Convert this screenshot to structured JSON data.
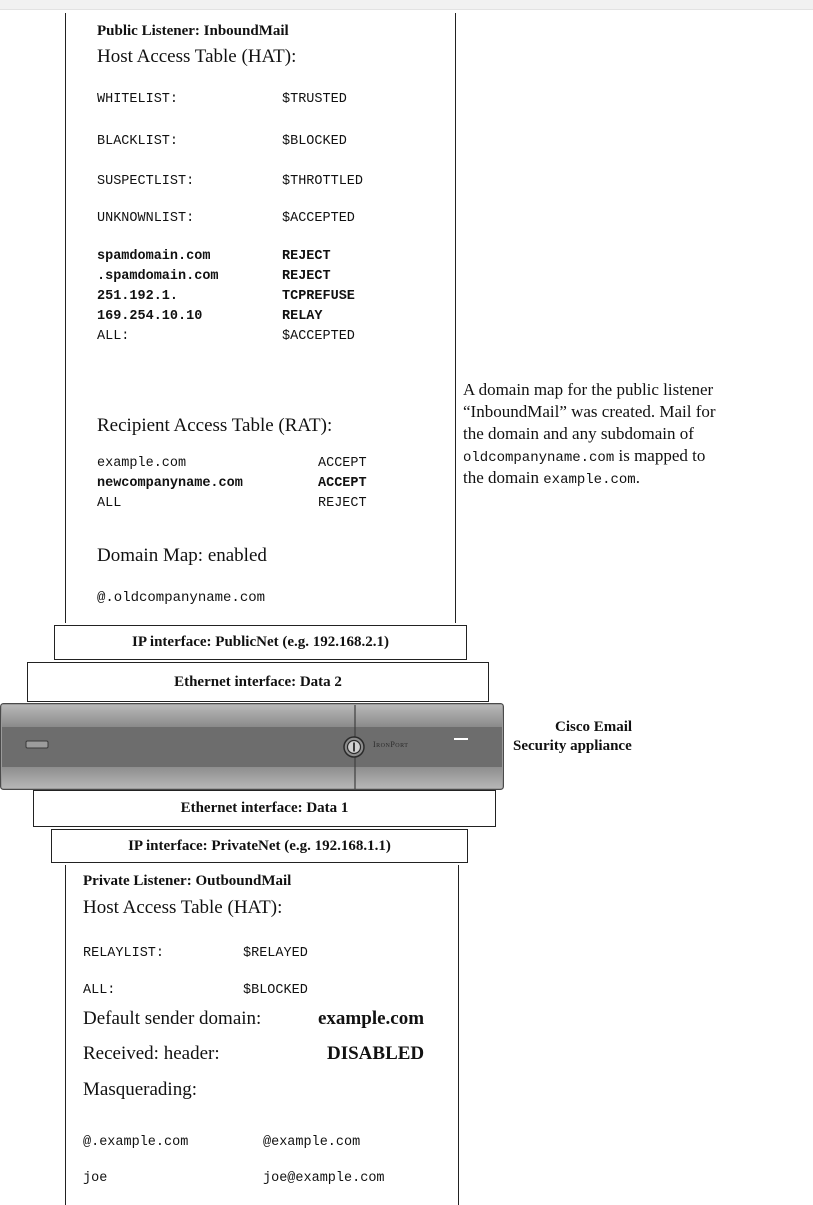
{
  "public_listener": {
    "title": "Public Listener: InboundMail",
    "hat_heading": "Host Access Table (HAT):",
    "hat_rows": [
      {
        "name": "WHITELIST:",
        "action": "$TRUSTED"
      },
      {
        "name": "BLACKLIST:",
        "action": "$BLOCKED"
      },
      {
        "name": "SUSPECTLIST:",
        "action": "$THROTTLED"
      },
      {
        "name": "UNKNOWNLIST:",
        "action": "$ACCEPTED"
      }
    ],
    "hat_entries": [
      {
        "name": "spamdomain.com",
        "action": "REJECT",
        "bold": true
      },
      {
        "name": ".spamdomain.com",
        "action": "REJECT",
        "bold": true
      },
      {
        "name": "251.192.1.",
        "action": "TCPREFUSE",
        "bold": true
      },
      {
        "name": "169.254.10.10",
        "action": "RELAY",
        "bold": true
      },
      {
        "name": "ALL:",
        "action": "$ACCEPTED",
        "bold": false
      }
    ],
    "rat_heading": "Recipient Access Table (RAT):",
    "rat_rows": [
      {
        "name": "example.com",
        "action": "ACCEPT",
        "bold": false
      },
      {
        "name": "newcompanyname.com",
        "action": "ACCEPT",
        "bold": true
      },
      {
        "name": "ALL",
        "action": "REJECT",
        "bold": false
      }
    ],
    "domain_map_heading": "Domain Map: enabled",
    "domain_map_value": "@.oldcompanyname.com"
  },
  "annotation": {
    "line1": "A domain map for the public listener",
    "line2": "“InboundMail” was created. Mail for",
    "line3": "the domain and any subdomain of",
    "line4_code": "oldcompanyname.com",
    "line4_text": " is mapped to",
    "line5_text": "the domain ",
    "line5_code": "example.com",
    "line5_end": "."
  },
  "interfaces": {
    "ip_public": "IP interface: PublicNet (e.g. 192.168.2.1)",
    "eth_data2": "Ethernet interface: Data 2",
    "eth_data1": "Ethernet interface: Data 1",
    "ip_private": "IP interface: PrivateNet (e.g. 192.168.1.1)"
  },
  "appliance": {
    "brand": "IronPort",
    "label_line1": "Cisco Email",
    "label_line2": "Security appliance",
    "colors": {
      "body": "#888888",
      "band": "#6f6f6f",
      "edge": "#555555"
    }
  },
  "private_listener": {
    "title": "Private Listener: OutboundMail",
    "hat_heading": "Host Access Table (HAT):",
    "hat_rows": [
      {
        "name": "RELAYLIST:",
        "action": "$RELAYED"
      },
      {
        "name": "ALL:",
        "action": "$BLOCKED"
      }
    ],
    "default_sender_label": "Default sender domain:",
    "default_sender_value": "example.com",
    "received_label": "Received: header:",
    "received_value": "DISABLED",
    "masquerading_heading": "Masquerading:",
    "masquerading_rows": [
      {
        "from": "@.example.com",
        "to": "@example.com"
      },
      {
        "from": "joe",
        "to": "joe@example.com"
      }
    ]
  }
}
